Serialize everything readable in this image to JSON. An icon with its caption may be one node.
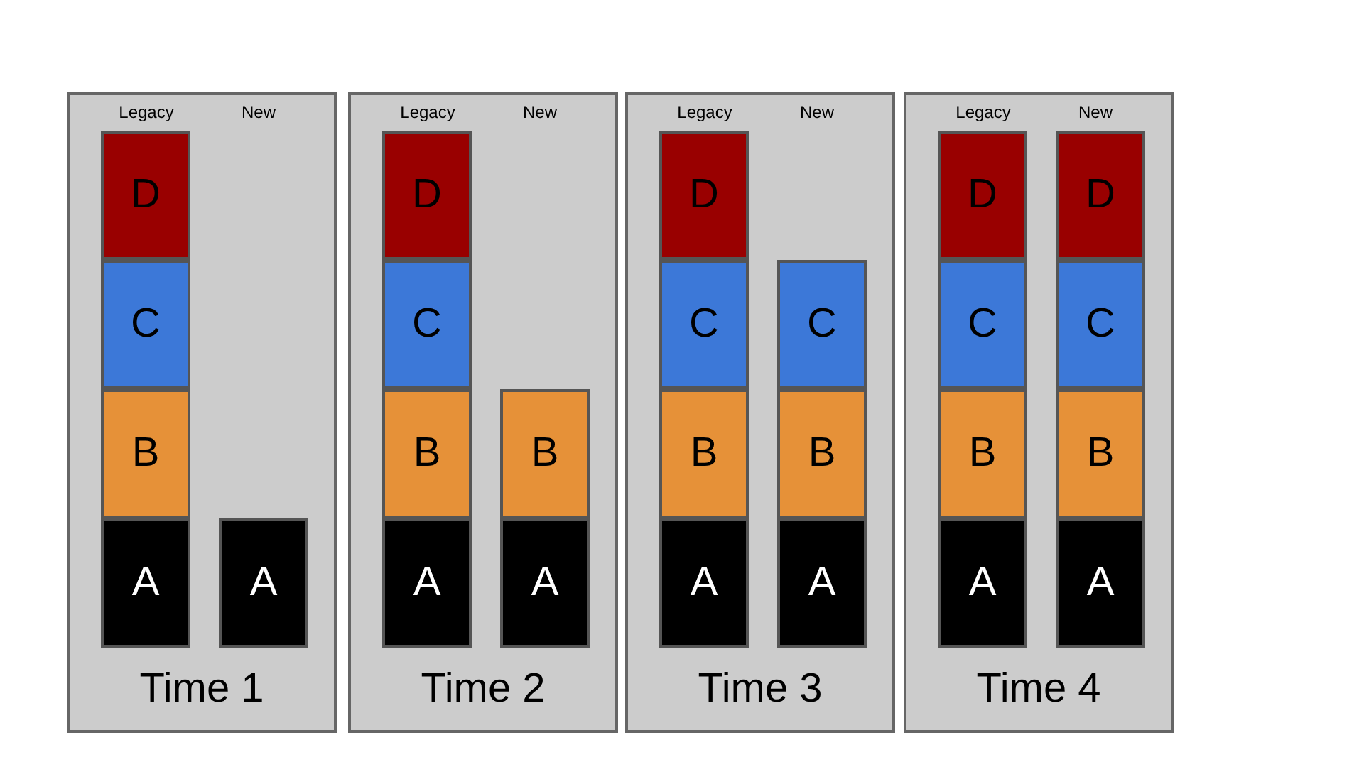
{
  "diagram": {
    "nodes": [
      {
        "text": [
          "Legacy",
          "New",
          "Time 1"
        ]
      },
      {
        "text": [
          "D"
        ],
        "in": 0
      },
      {
        "text": [
          "C"
        ],
        "in": 0
      },
      {
        "text": [
          "B"
        ],
        "in": 0
      },
      {
        "text": [
          "A"
        ],
        "in": 0
      },
      {
        "text": [
          "A"
        ],
        "in": 0
      },
      {
        "text": [
          "Legacy",
          "New",
          "Time 2"
        ]
      },
      {
        "text": [
          "D"
        ],
        "in": 6
      },
      {
        "text": [
          "C"
        ],
        "in": 6
      },
      {
        "text": [
          "B"
        ],
        "in": 6
      },
      {
        "text": [
          "B"
        ],
        "in": 6
      },
      {
        "text": [
          "A"
        ],
        "in": 6
      },
      {
        "text": [
          "A"
        ],
        "in": 6
      },
      {
        "text": [
          "Legacy",
          "New",
          "Time 3"
        ]
      },
      {
        "text": [
          "D"
        ],
        "in": 13
      },
      {
        "text": [
          "C"
        ],
        "in": 13
      },
      {
        "text": [
          "C"
        ],
        "in": 13
      },
      {
        "text": [
          "B"
        ],
        "in": 13
      },
      {
        "text": [
          "B"
        ],
        "in": 13
      },
      {
        "text": [
          "A"
        ],
        "in": 13
      },
      {
        "text": [
          "A"
        ],
        "in": 13
      },
      {
        "text": [
          "Legacy",
          "New",
          "Time 4"
        ]
      },
      {
        "text": [
          "D"
        ],
        "in": 21
      },
      {
        "text": [
          "D"
        ],
        "in": 21
      },
      {
        "text": [
          "C"
        ],
        "in": 21
      },
      {
        "text": [
          "C"
        ],
        "in": 21
      },
      {
        "text": [
          "B"
        ],
        "in": 21
      },
      {
        "text": [
          "B"
        ],
        "in": 21
      },
      {
        "text": [
          "A"
        ],
        "in": 21
      },
      {
        "text": [
          "A"
        ],
        "in": 21
      }
    ]
  }
}
